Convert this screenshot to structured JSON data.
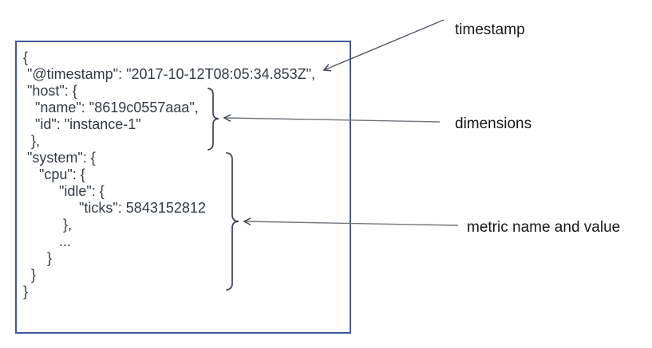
{
  "figure": {
    "document_box": {
      "lines": [
        "{",
        " \"@timestamp\": \"2017-10-12T08:05:34.853Z\",",
        " \"host\": {",
        "   \"name\": \"8619c0557aaa\",",
        "   \"id\": \"instance-1\"",
        "  },",
        " \"system\": {",
        "    \"cpu\": {",
        "         \"idle\": {",
        "              \"ticks\": 5843152812",
        "          },",
        "         ...",
        "      }",
        "  }",
        "}"
      ]
    },
    "annotations": [
      {
        "label": "timestamp"
      },
      {
        "label": "dimensions"
      },
      {
        "label": "metric name and value"
      }
    ],
    "colors": {
      "box_border": "#3f579b",
      "code_text": "#333a46",
      "label_text": "#15171a",
      "arrow_line_gray": "#6f747b",
      "arrow_line_dark": "#4b5363",
      "arrowhead": "#3d4350",
      "brace": "#3b4252"
    }
  }
}
